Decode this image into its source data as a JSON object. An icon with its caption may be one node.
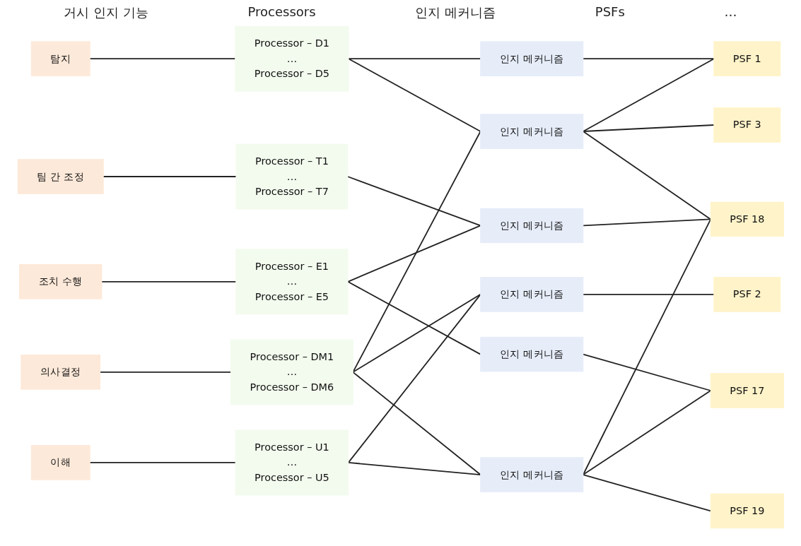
{
  "diagram": {
    "nodes": [
      {
        "text": [
          "탐지"
        ]
      },
      {
        "text": [
          "이해"
        ]
      },
      {
        "text": [
          "의사결정"
        ]
      },
      {
        "text": [
          "조치 수행"
        ]
      },
      {
        "text": [
          "팀 간 조정"
        ]
      },
      {
        "text": [
          "Processor – D1",
          "…",
          "Processor – D5"
        ]
      },
      {
        "text": [
          "Processor – U1",
          "…",
          "Processor – U5"
        ]
      },
      {
        "text": [
          "Processor – DM1",
          "…",
          "Processor – DM6"
        ]
      },
      {
        "text": [
          "Processor – E1",
          "…",
          "Processor – E5"
        ]
      },
      {
        "text": [
          "Processor – T1",
          "…",
          "Processor – T7"
        ]
      },
      {
        "text": [
          "인지 메커니즘"
        ]
      },
      {
        "text": [
          "인지 메커니즘"
        ]
      },
      {
        "text": [
          "인지 메커니즘"
        ]
      },
      {
        "text": [
          "인지 메커니즘"
        ]
      },
      {
        "text": [
          "인지 메커니즘"
        ]
      },
      {
        "text": [
          "인지 메커니즘"
        ]
      },
      {
        "text": [
          "PSF 1"
        ]
      },
      {
        "text": [
          "PSF 2"
        ]
      },
      {
        "text": [
          "PSF 3"
        ]
      },
      {
        "text": [
          "PSF 17"
        ]
      },
      {
        "text": [
          "PSF 18"
        ]
      },
      {
        "text": [
          "PSF 19"
        ]
      }
    ],
    "edges": [
      {
        "from": 0,
        "to": 5,
        "arrow": "none"
      },
      {
        "from": 1,
        "to": 6,
        "arrow": "none"
      },
      {
        "from": 2,
        "to": 7,
        "arrow": "none"
      },
      {
        "from": 3,
        "to": 8,
        "arrow": "none"
      },
      {
        "from": 4,
        "to": 9,
        "arrow": "none"
      },
      {
        "from": 5,
        "to": 10,
        "arrow": "none"
      },
      {
        "from": 5,
        "to": 12,
        "arrow": "none"
      },
      {
        "from": 6,
        "to": 11,
        "arrow": "none"
      },
      {
        "from": 6,
        "to": 14,
        "arrow": "none"
      },
      {
        "from": 7,
        "to": 11,
        "arrow": "none"
      },
      {
        "from": 7,
        "to": 12,
        "arrow": "none"
      },
      {
        "from": 7,
        "to": 14,
        "arrow": "none"
      },
      {
        "from": 8,
        "to": 13,
        "arrow": "none"
      },
      {
        "from": 8,
        "to": 15,
        "arrow": "none"
      },
      {
        "from": 9,
        "to": 15,
        "arrow": "none"
      },
      {
        "from": 10,
        "to": 16,
        "arrow": "none"
      },
      {
        "from": 11,
        "to": 17,
        "arrow": "none"
      },
      {
        "from": 12,
        "to": 16,
        "arrow": "none"
      },
      {
        "from": 12,
        "to": 18,
        "arrow": "none"
      },
      {
        "from": 12,
        "to": 20,
        "arrow": "none"
      },
      {
        "from": 13,
        "to": 19,
        "arrow": "none"
      },
      {
        "from": 14,
        "to": 19,
        "arrow": "none"
      },
      {
        "from": 14,
        "to": 20,
        "arrow": "none"
      },
      {
        "from": 14,
        "to": 21,
        "arrow": "none"
      },
      {
        "from": 15,
        "to": 20,
        "arrow": "none"
      }
    ],
    "labels": [
      "거시 인지 기능",
      "Processors",
      "인지 메커니즘",
      "PSFs",
      "…"
    ]
  }
}
